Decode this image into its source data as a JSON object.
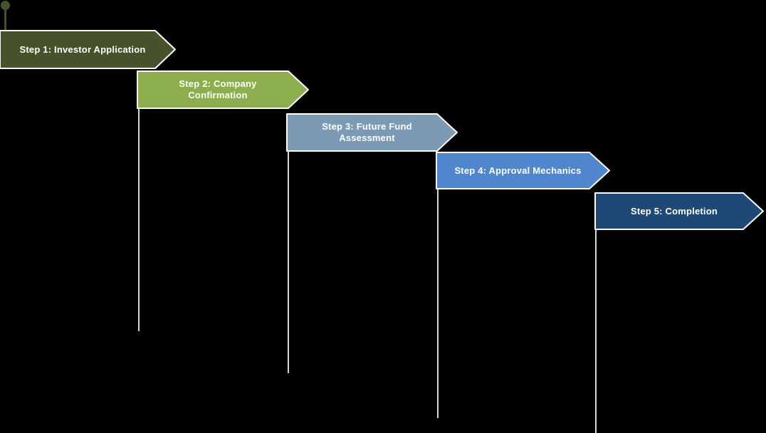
{
  "diagram": {
    "type": "process-step-arrows",
    "background_color": "#000000",
    "connector_color": "#D6D6D6",
    "label_text_color": "#FFFFFF",
    "pin": {
      "icon": "timeline-pin-icon",
      "color": "#46522A"
    },
    "steps": [
      {
        "label": "Step 1: Investor Application",
        "lines": [
          "Step 1: Investor Application"
        ],
        "color": "#46522A"
      },
      {
        "label": "Step 2: Company Confirmation",
        "lines": [
          "Step 2: Company",
          "Confirmation"
        ],
        "color": "#8CAE4C"
      },
      {
        "label": "Step 3: Future Fund Assessment",
        "lines": [
          "Step 3: Future Fund",
          "Assessment"
        ],
        "color": "#7C9AB3"
      },
      {
        "label": "Step 4: Approval Mechanics",
        "lines": [
          "Step 4: Approval Mechanics"
        ],
        "color": "#4F86CE"
      },
      {
        "label": "Step 5: Completion",
        "lines": [
          "Step 5: Completion"
        ],
        "color": "#1E4876"
      }
    ]
  }
}
